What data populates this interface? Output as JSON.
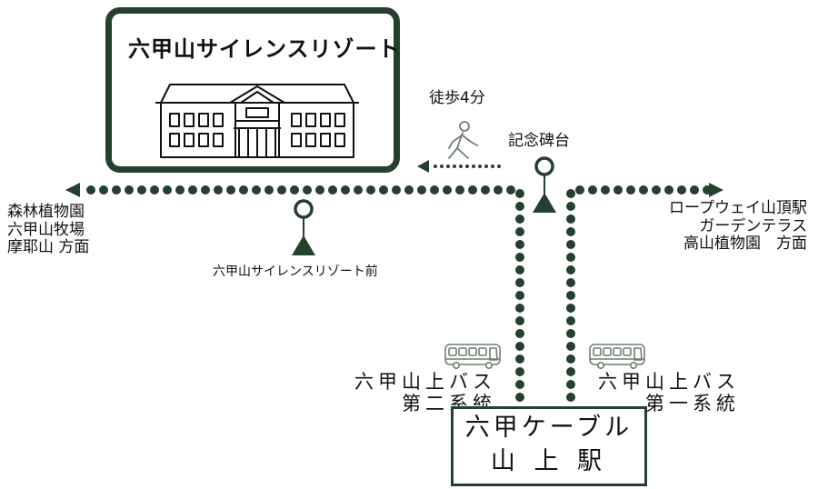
{
  "resort": {
    "title": "六甲山サイレンスリゾート",
    "walk_label": "徒歩4分"
  },
  "stops": {
    "monument": "記念碑台",
    "resort_front": "六甲山サイレンスリゾート前"
  },
  "destinations": {
    "left": [
      "森林植物園",
      "六甲山牧場",
      "摩耶山 方面"
    ],
    "right": [
      "ロープウェイ山頂駅",
      "ガーデンテラス",
      "高山植物園　方面"
    ]
  },
  "bus_lines": {
    "line2": [
      "六甲山上バス",
      "第二系統"
    ],
    "line1": [
      "六甲山上バス",
      "第一系統"
    ]
  },
  "station": {
    "line1": "六甲ケーブル",
    "line2": "山 上 駅"
  },
  "colors": {
    "route": "#25402f",
    "icon": "#6f7f70",
    "background": "#ffffff"
  },
  "icons": {
    "building": "resort-building-icon",
    "walker": "walking-person-icon",
    "bus": "bus-icon",
    "stop": "bus-stop-icon"
  }
}
